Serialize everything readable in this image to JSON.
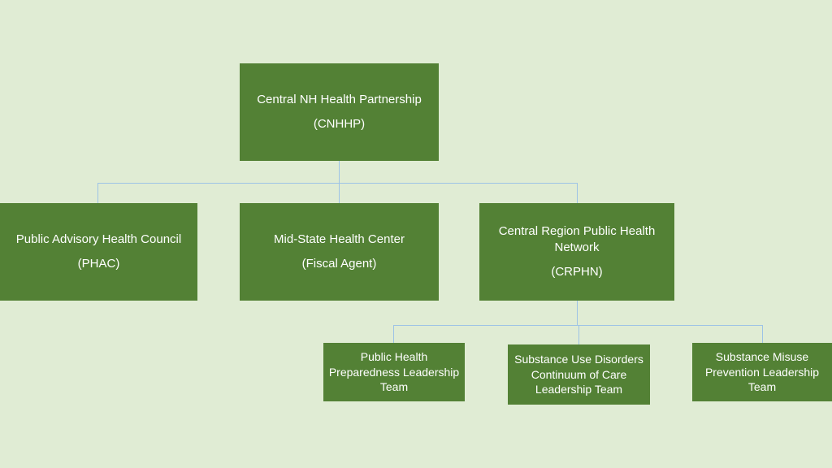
{
  "colors": {
    "background": "#e0ecd4",
    "box_green": "#538135",
    "connector_blue": "#9dc3e6",
    "text": "#ffffff"
  },
  "org_chart": {
    "root": {
      "title": "Central NH Health Partnership",
      "subtitle": "(CNHHP)"
    },
    "level2": [
      {
        "title": "Public Advisory Health Council",
        "subtitle": "(PHAC)"
      },
      {
        "title": "Mid-State Health Center",
        "subtitle": "(Fiscal Agent)"
      },
      {
        "title": "Central Region Public Health Network",
        "subtitle": "(CRPHN)"
      }
    ],
    "level3": [
      {
        "title": "Public Health Preparedness Leadership Team"
      },
      {
        "title": "Substance Use Disorders Continuum of Care Leadership Team"
      },
      {
        "title": "Substance Misuse Prevention Leadership Team"
      }
    ]
  }
}
